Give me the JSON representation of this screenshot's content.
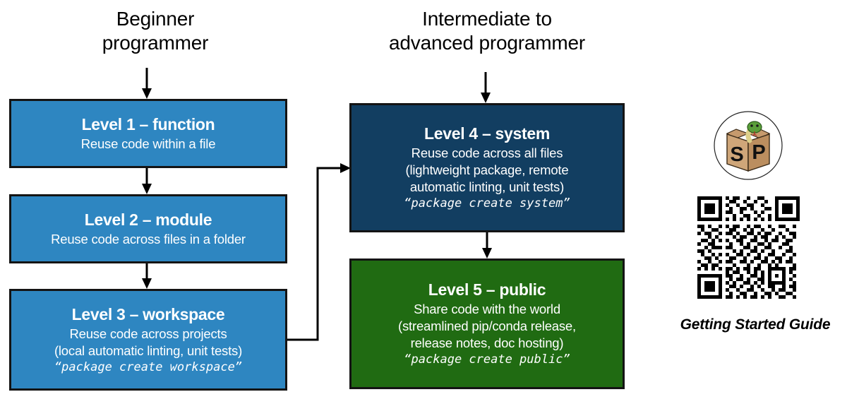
{
  "headings": {
    "left": "Beginner\nprogrammer",
    "left_line1": "Beginner",
    "left_line2": "programmer",
    "right_line1": "Intermediate to",
    "right_line2": "advanced programmer"
  },
  "colors": {
    "blue": "#2E86C1",
    "navy": "#123E61",
    "green": "#206B12",
    "outline": "#141414",
    "text": "#ffffff",
    "background": "#ffffff"
  },
  "boxes": [
    {
      "id": "level1",
      "title": "Level 1 – function",
      "lines": [
        "Reuse code within a file"
      ],
      "command": "",
      "color": "blue"
    },
    {
      "id": "level2",
      "title": "Level 2 – module",
      "lines": [
        "Reuse code across files in a folder"
      ],
      "command": "",
      "color": "blue"
    },
    {
      "id": "level3",
      "title": "Level 3 – workspace",
      "lines": [
        "Reuse code across projects",
        "(local automatic linting, unit tests)"
      ],
      "command": "“package create workspace”",
      "color": "blue"
    },
    {
      "id": "level4",
      "title": "Level 4 – system",
      "lines": [
        "Reuse code across all files",
        "(lightweight package, remote",
        "automatic linting, unit tests)"
      ],
      "command": "“package create system”",
      "color": "navy"
    },
    {
      "id": "level5",
      "title": "Level 5 – public",
      "lines": [
        "Share code with the world",
        "(streamlined pip/conda release,",
        "release notes, doc hosting)"
      ],
      "command": "“package create public”",
      "color": "green"
    }
  ],
  "sidebar": {
    "logo_name": "snake-in-box-logo",
    "logo_letters": "SP",
    "qr_name": "qr-code",
    "caption": "Getting Started Guide"
  }
}
